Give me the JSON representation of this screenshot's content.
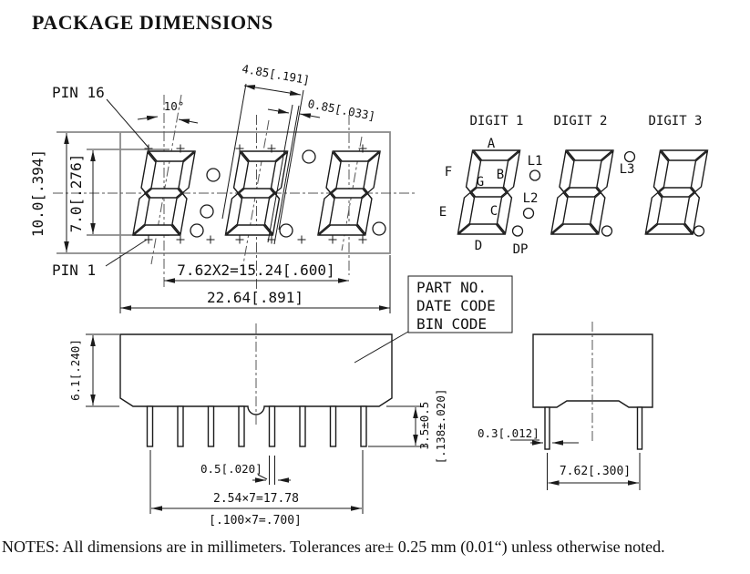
{
  "title": "PACKAGE DIMENSIONS",
  "front_view": {
    "pin16": "PIN 16",
    "pin1": "PIN 1",
    "angle": "10°",
    "digit_width": "4.85[.191]",
    "segment_offset": "0.85[.033]",
    "package_height": "10.0[.394]",
    "digit_height": "7.0[.276]",
    "digit_pitch": "7.62X2=15.24[.600]",
    "package_width": "22.64[.891]"
  },
  "segment_diagram": {
    "digits": [
      "DIGIT 1",
      "DIGIT 2",
      "DIGIT 3"
    ],
    "segments": {
      "a": "A",
      "b": "B",
      "c": "C",
      "d": "D",
      "e": "E",
      "f": "F",
      "g": "G",
      "dp": "DP",
      "l1": "L1",
      "l2": "L2",
      "l3": "L3"
    }
  },
  "side_view": {
    "body_height": "6.1[.240]",
    "lead_length": "3.5±0.5",
    "lead_length_in": "[.138±.020]",
    "lead_width": "0.5[.020]",
    "lead_pitch": "2.54×7=17.78",
    "lead_pitch_in": "[.100×7=.700]",
    "marking": [
      "PART NO.",
      "DATE CODE",
      "BIN CODE"
    ]
  },
  "end_view": {
    "lead_thickness": "0.3[.012]",
    "row_spacing": "7.62[.300]"
  },
  "notes": "NOTES: All dimensions are in millimeters. Tolerances are± 0.25 mm (0.01“) unless otherwise noted.",
  "colors": {
    "line": "#1a1a1a",
    "outline": "#8a8a8a",
    "background": "#ffffff"
  }
}
